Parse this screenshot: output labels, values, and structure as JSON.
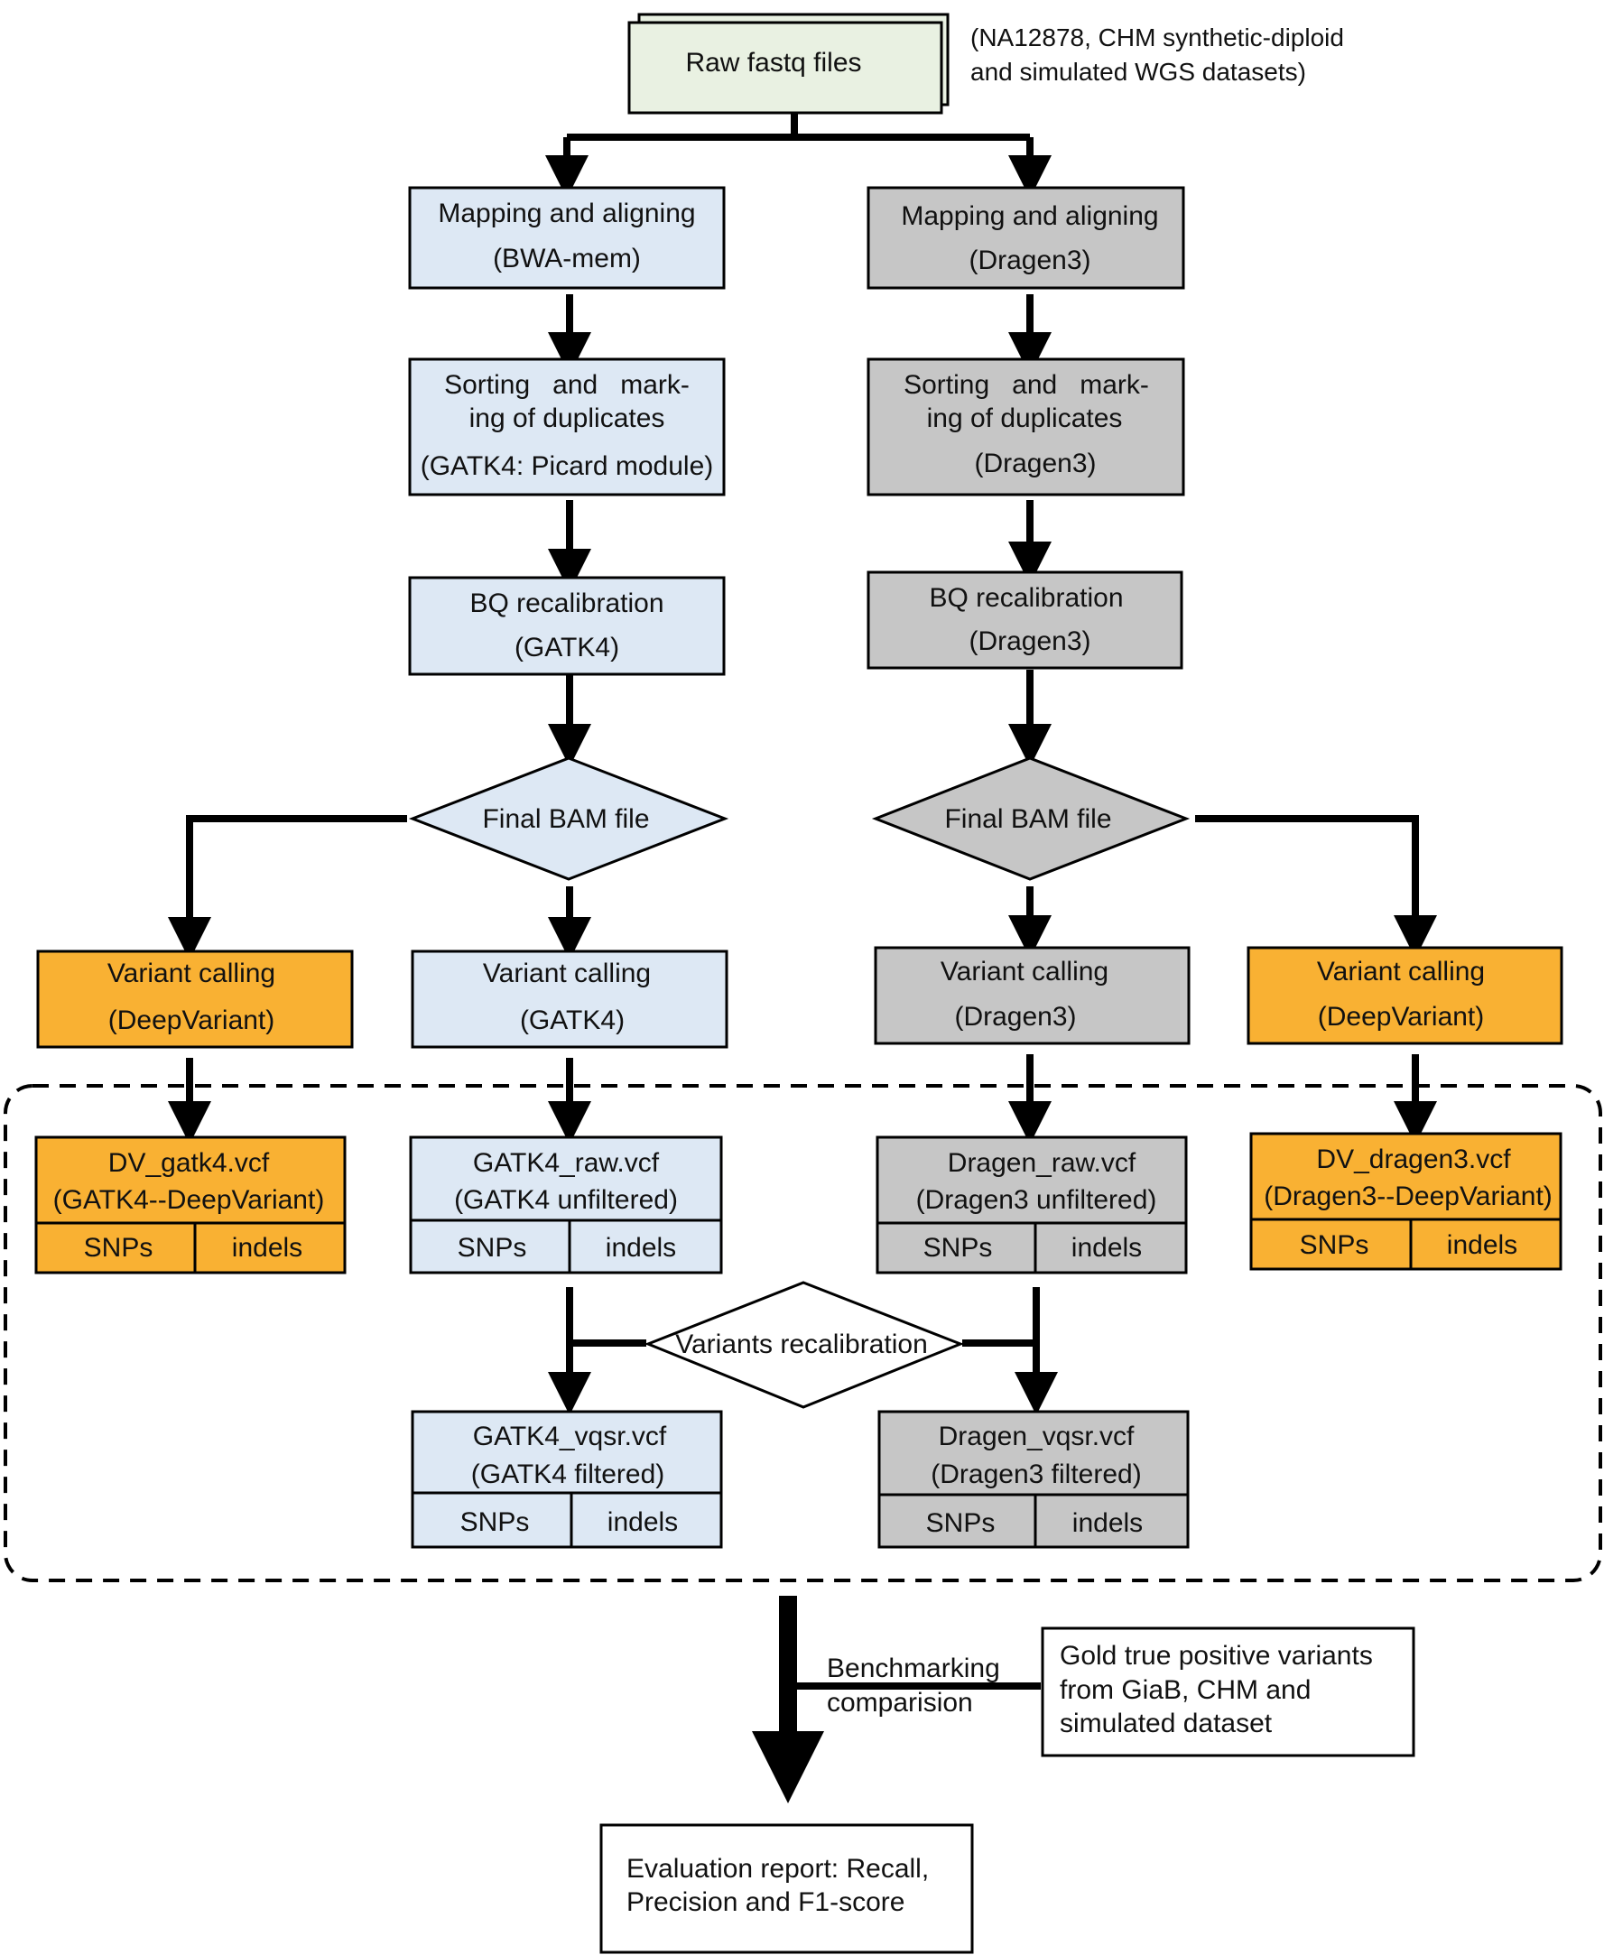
{
  "colors": {
    "input": "#e9f1e2",
    "gatk": "#dde8f4",
    "dragen": "#c6c6c6",
    "deepvariant": "#f9b133",
    "plain": "#ffffff",
    "line": "#000000"
  },
  "input": {
    "label": "Raw fastq files",
    "note_line1": "(NA12878, CHM synthetic-diploid",
    "note_line2": "and simulated WGS datasets)"
  },
  "gatk_pipeline": {
    "mapping": [
      "Mapping and aligning",
      "(BWA-mem)"
    ],
    "sorting": [
      "Sorting   and   mark-",
      "ing of duplicates",
      "(GATK4: Picard module)"
    ],
    "bq": [
      "BQ recalibration",
      "(GATK4)"
    ],
    "final_bam": "Final BAM file",
    "variant_calling": [
      "Variant calling",
      "(GATK4)"
    ],
    "raw_vcf": {
      "title": [
        "GATK4_raw.vcf",
        "(GATK4 unfiltered)"
      ],
      "snps": "SNPs",
      "indels": "indels"
    },
    "vqsr_vcf": {
      "title": [
        "GATK4_vqsr.vcf",
        "(GATK4 filtered)"
      ],
      "snps": "SNPs",
      "indels": "indels"
    }
  },
  "dragen_pipeline": {
    "mapping": [
      "Mapping and aligning",
      "(Dragen3)"
    ],
    "sorting": [
      "Sorting   and   mark-",
      "ing of duplicates",
      "(Dragen3)"
    ],
    "bq": [
      "BQ recalibration",
      "(Dragen3)"
    ],
    "final_bam": "Final BAM file",
    "variant_calling": [
      "Variant calling",
      "(Dragen3)"
    ],
    "raw_vcf": {
      "title": [
        "Dragen_raw.vcf",
        "(Dragen3 unfiltered)"
      ],
      "snps": "SNPs",
      "indels": "indels"
    },
    "vqsr_vcf": {
      "title": [
        "Dragen_vqsr.vcf",
        "(Dragen3 filtered)"
      ],
      "snps": "SNPs",
      "indels": "indels"
    }
  },
  "deepvariant_gatk": {
    "variant_calling": [
      "Variant calling",
      "(DeepVariant)"
    ],
    "vcf": {
      "title": [
        "DV_gatk4.vcf",
        "(GATK4--DeepVariant)"
      ],
      "snps": "SNPs",
      "indels": "indels"
    }
  },
  "deepvariant_dragen": {
    "variant_calling": [
      "Variant calling",
      "(DeepVariant)"
    ],
    "vcf": {
      "title": [
        "DV_dragen3.vcf",
        "(Dragen3--DeepVariant)"
      ],
      "snps": "SNPs",
      "indels": "indels"
    }
  },
  "variants_recalibration": "Variants recalibration",
  "benchmarking": [
    "Benchmarking",
    "comparision"
  ],
  "gold": [
    "Gold true positive variants",
    "from GiaB, CHM and",
    "simulated dataset"
  ],
  "report": [
    "Evaluation report: Recall,",
    "Precision and F1-score"
  ]
}
